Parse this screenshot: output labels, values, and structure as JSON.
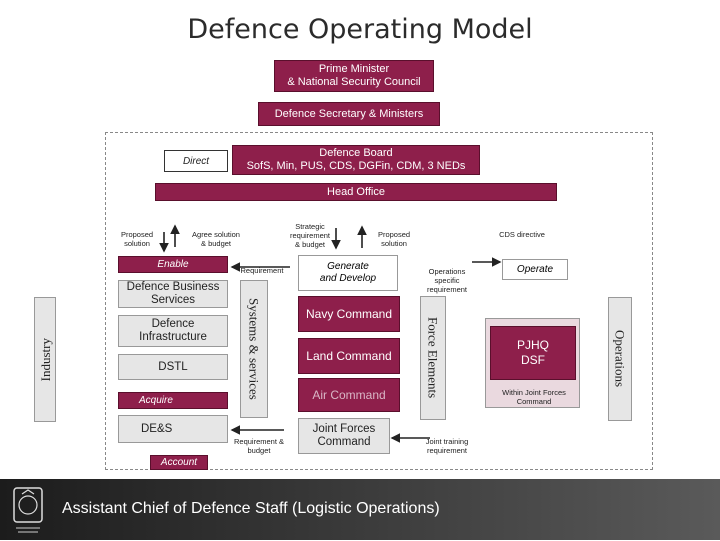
{
  "title": "Defence Operating Model",
  "top": {
    "pm": [
      "Prime Minister",
      "& National Security Council"
    ],
    "secretary": "Defence Secretary & Ministers",
    "direct": "Direct",
    "board": [
      "Defence Board",
      "SofS, Min, PUS, CDS, DGFin, CDM, 3 NEDs"
    ],
    "head_office": "Head Office"
  },
  "labels": {
    "proposed_solution_left": [
      "Proposed",
      "solution"
    ],
    "agree_solution": [
      "Agree solution",
      "& budget"
    ],
    "strategic_req": [
      "Strategic",
      "requirement",
      "& budget"
    ],
    "proposed_solution_mid": [
      "Proposed",
      "solution"
    ],
    "cds_directive": "CDS directive",
    "enable": "Enable",
    "requirement": "Requirement",
    "generate": [
      "Generate",
      "and Develop"
    ],
    "ops_specific": [
      "Operations",
      "specific",
      "requirement"
    ],
    "operate": "Operate",
    "acquire": "Acquire",
    "account": "Account",
    "req_budget": [
      "Requirement &",
      "budget"
    ],
    "joint_training": [
      "Joint training",
      "requirement"
    ],
    "within_jf": [
      "Within Joint Forces",
      "Command"
    ]
  },
  "enablers": [
    [
      "Defence Business",
      "Services"
    ],
    [
      "Defence",
      "Infrastructure"
    ],
    [
      "DSTL"
    ],
    [
      "DE&S"
    ]
  ],
  "commands": [
    "Navy Command",
    "Land Command",
    "Air Command"
  ],
  "joint_forces": [
    "Joint Forces",
    "Command"
  ],
  "pjhq": [
    "PJHQ",
    "DSF"
  ],
  "side": {
    "industry": "Industry",
    "systems": "Systems & services",
    "force": "Force Elements",
    "operations": "Operations"
  },
  "footer": "Assistant Chief of Defence Staff (Logistic Operations)",
  "colors": {
    "maroon": "#8e1f4b",
    "command": "#9b2a5a",
    "grey": "#e6e6e6",
    "arrow": "#222222"
  }
}
